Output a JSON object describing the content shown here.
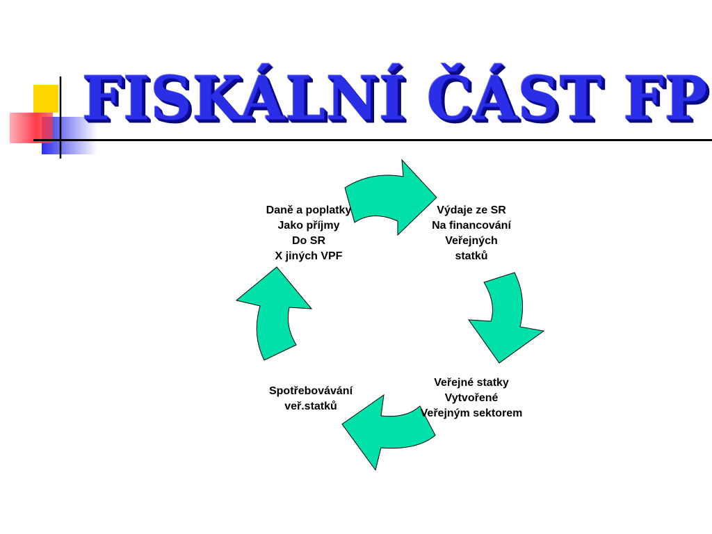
{
  "slide": {
    "title": "FISKÁLNÍ  ČÁST FP",
    "title_color": "#2a2ee6",
    "arrow_fill": "#00e0a8",
    "arrow_stroke": "#000000"
  },
  "cycle": {
    "nodes": [
      {
        "id": "taxes",
        "lines": [
          "Daně a poplatky",
          "Jako příjmy",
          "Do SR",
          "X jiných VPF"
        ]
      },
      {
        "id": "spend",
        "lines": [
          "Výdaje ze SR",
          "Na financování",
          "Veřejných",
          "statků"
        ]
      },
      {
        "id": "goods",
        "lines": [
          "Veřejné statky",
          "Vytvořené",
          "Veřejným sektorem"
        ]
      },
      {
        "id": "consume",
        "lines": [
          "Spotřebovávání",
          "veř.statků"
        ]
      }
    ],
    "edges": [
      {
        "from": "taxes",
        "to": "spend"
      },
      {
        "from": "spend",
        "to": "goods"
      },
      {
        "from": "goods",
        "to": "consume"
      },
      {
        "from": "consume",
        "to": "taxes"
      }
    ]
  }
}
